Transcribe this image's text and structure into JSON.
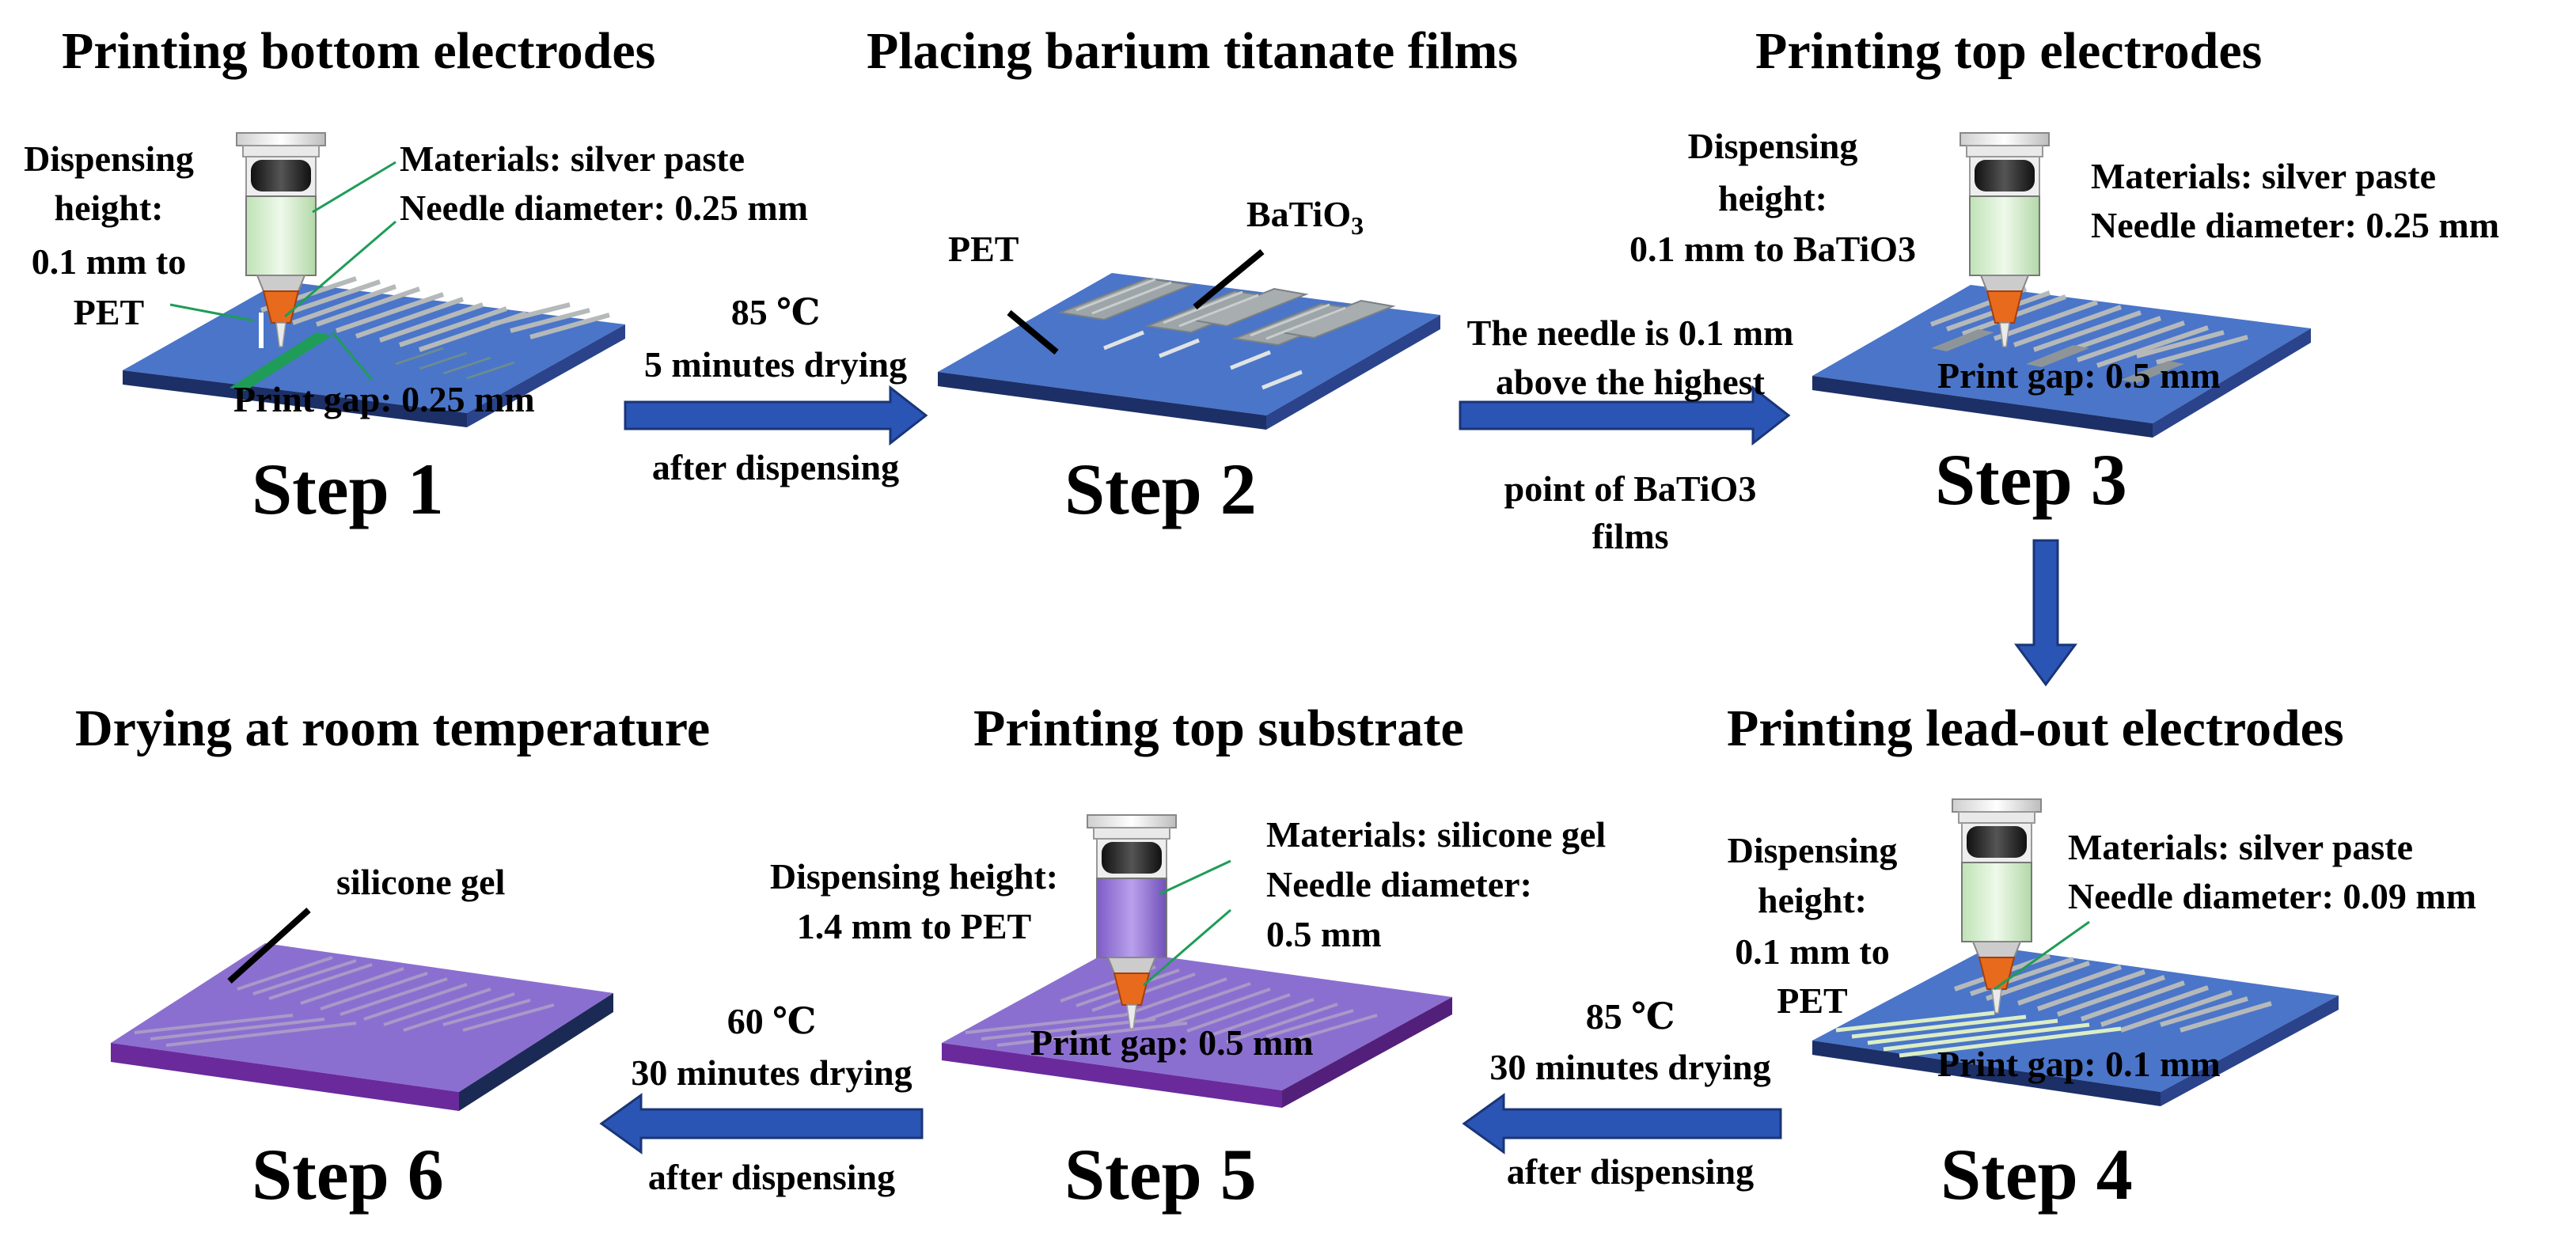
{
  "steps": [
    {
      "title": "Printing bottom electrodes",
      "label": "Step 1",
      "dispensing": [
        "Dispensing",
        "height:",
        "0.1 mm to",
        "PET"
      ],
      "materials": "Materials: silver paste",
      "needle": "Needle diameter: 0.25 mm",
      "gap": "Print gap: 0.25 mm"
    },
    {
      "title": "Placing barium titanate films",
      "label": "Step 2",
      "pet": "PET",
      "film": "BaTiO",
      "film_sub": "3"
    },
    {
      "title": "Printing top electrodes",
      "label": "Step 3",
      "dispensing": [
        "Dispensing",
        "height:",
        "0.1 mm to BaTiO3"
      ],
      "materials": "Materials: silver paste",
      "needle": "Needle diameter: 0.25 mm",
      "gap": "Print gap: 0.5 mm"
    },
    {
      "title": "Printing lead-out electrodes",
      "label": "Step 4",
      "dispensing": [
        "Dispensing",
        "height:",
        "0.1 mm to",
        "PET"
      ],
      "materials": "Materials: silver paste",
      "needle": "Needle diameter: 0.09 mm",
      "gap": "Print gap: 0.1 mm"
    },
    {
      "title": "Printing top substrate",
      "label": "Step 5",
      "dispensing": [
        "Dispensing height:",
        "1.4 mm to PET"
      ],
      "materials": "Materials: silicone gel",
      "needle": [
        "Needle diameter:",
        "0.5 mm"
      ],
      "gap": "Print gap: 0.5 mm"
    },
    {
      "title": "Drying at room temperature",
      "label": "Step 6",
      "gel": "silicone gel"
    }
  ],
  "transitions": {
    "t12": {
      "above": [
        "85 ℃",
        "5 minutes drying"
      ],
      "below": "after dispensing"
    },
    "t23": {
      "above": [
        "The needle is 0.1 mm",
        "above the highest"
      ],
      "below": [
        "point of  BaTiO3",
        "films"
      ]
    },
    "t45": {
      "above": [
        "85 ℃",
        "30 minutes drying"
      ],
      "below": "after dispensing"
    },
    "t56": {
      "above": [
        "60 ℃",
        "30 minutes drying"
      ],
      "below": "after dispensing"
    }
  },
  "colors": {
    "substrate_top": "#4a75c9",
    "substrate_side": "#1c2f66",
    "electrode": "#a9aeae",
    "syringe_green": "#d6efcf",
    "syringe_purple": "#9b7ad8",
    "nozzle": "#e86a1c",
    "arrow": "#2b55b4",
    "gel_top": "#8b6fd0",
    "gel_side": "#6a2a9c"
  },
  "icons": [
    "syringe-icon",
    "syringe-icon",
    "syringe-icon",
    "syringe-icon",
    "arrow-right-icon",
    "arrow-right-icon",
    "arrow-down-icon",
    "arrow-left-icon",
    "arrow-left-icon"
  ]
}
